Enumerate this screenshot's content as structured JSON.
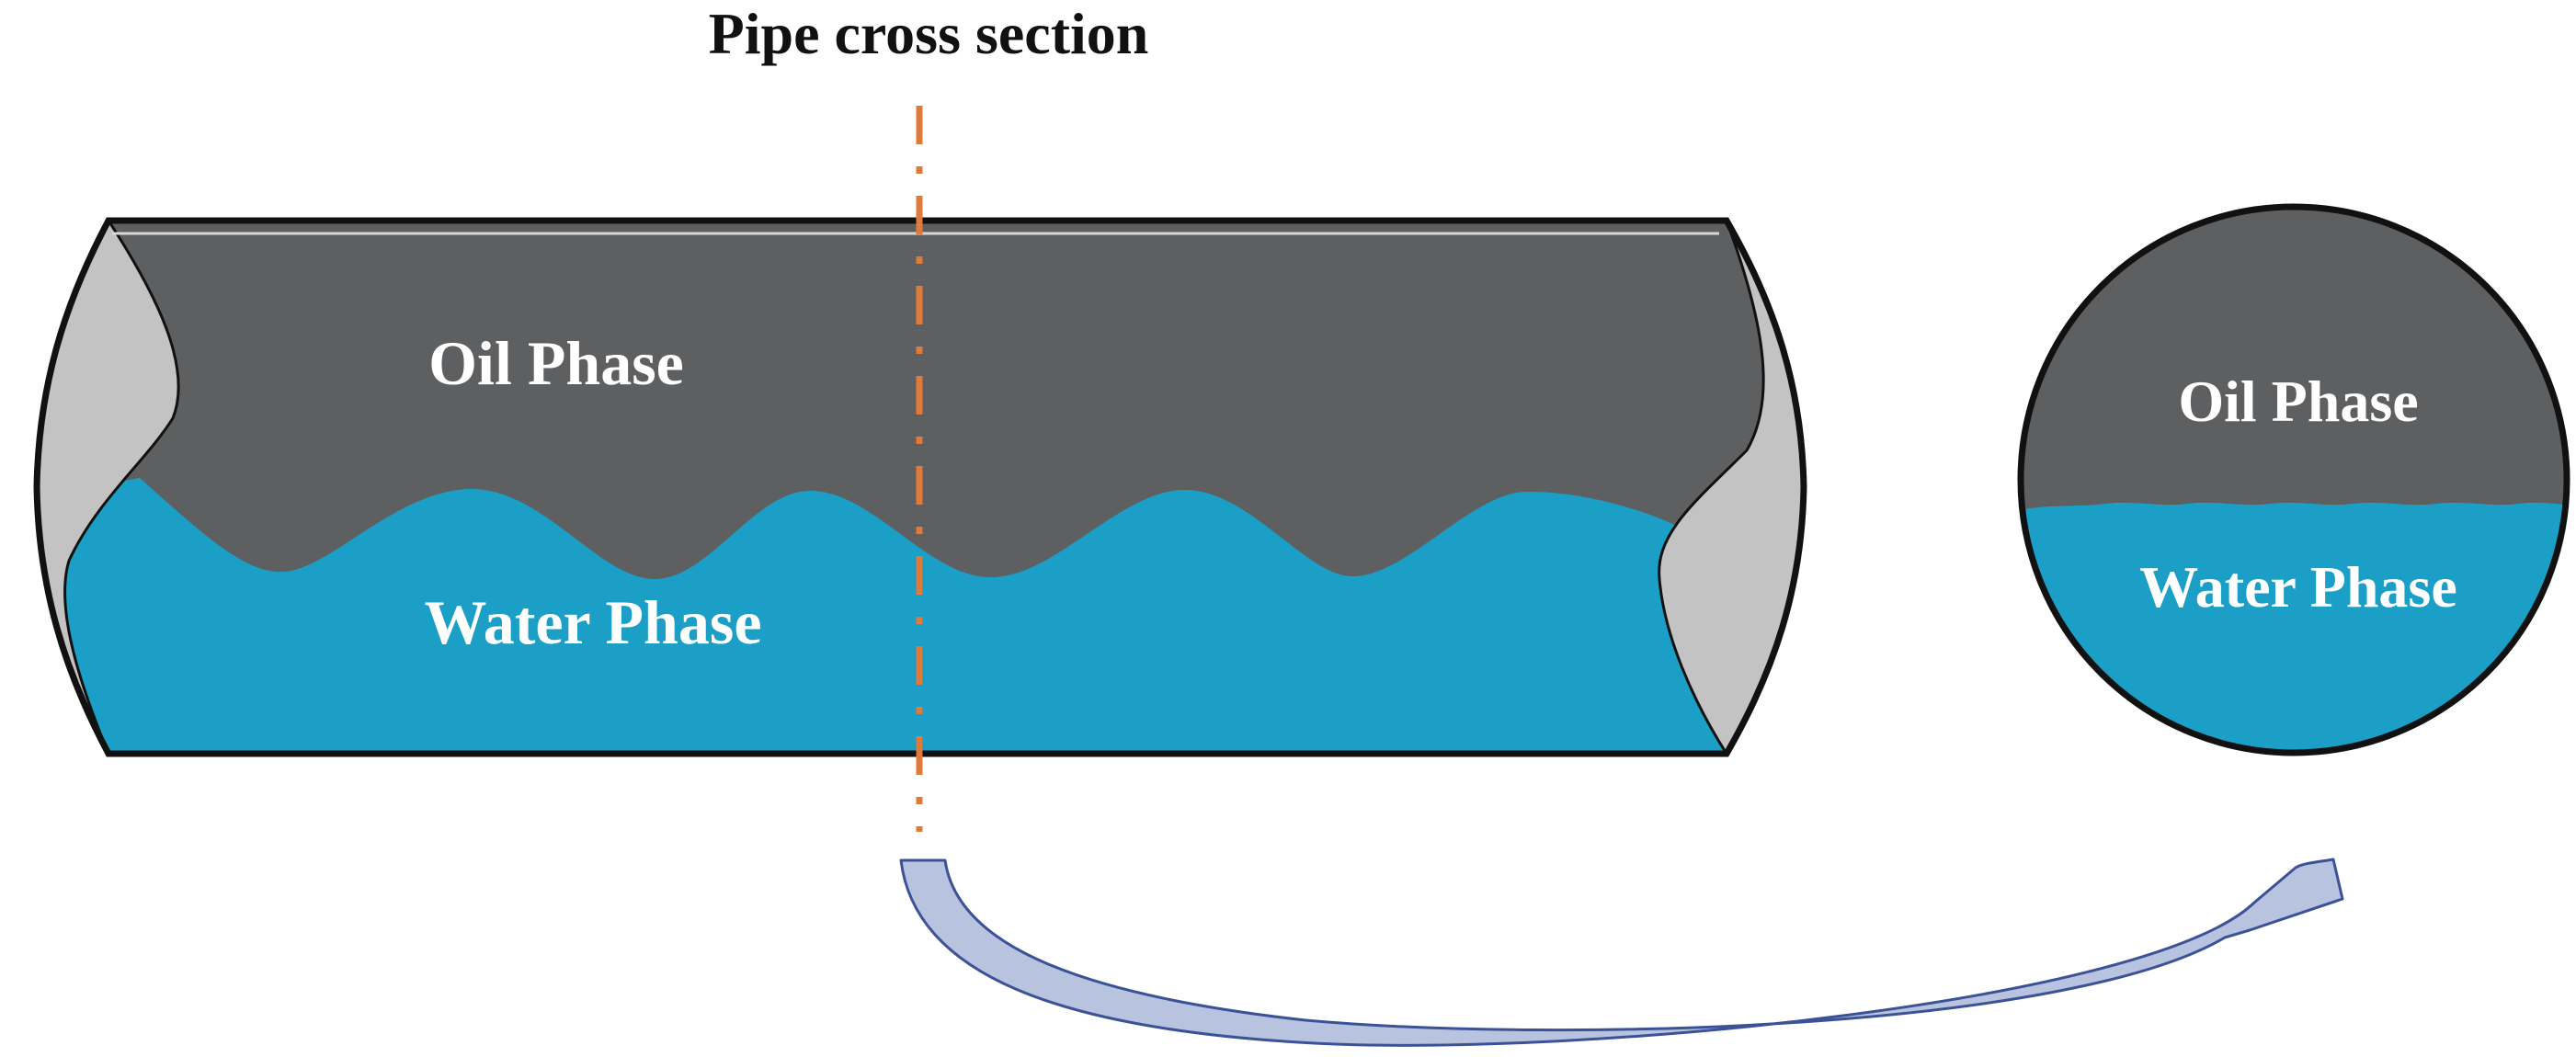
{
  "title": "Pipe cross section",
  "pipe": {
    "oil_label": "Oil Phase",
    "water_label": "Water Phase"
  },
  "cross_section": {
    "oil_label": "Oil Phase",
    "water_label": "Water Phase"
  },
  "colors": {
    "oil": "#5e5f61",
    "water": "#1b9fc6",
    "pipe_end": "#c3c3c3",
    "section_line": "#e07a3a",
    "arrow_fill": "#b8c3df",
    "arrow_stroke": "#3c5296",
    "outline": "#111111",
    "label_text": "#ffffff",
    "title_text": "#111111"
  },
  "icons": {
    "arrow": "curved-arrow-icon"
  }
}
